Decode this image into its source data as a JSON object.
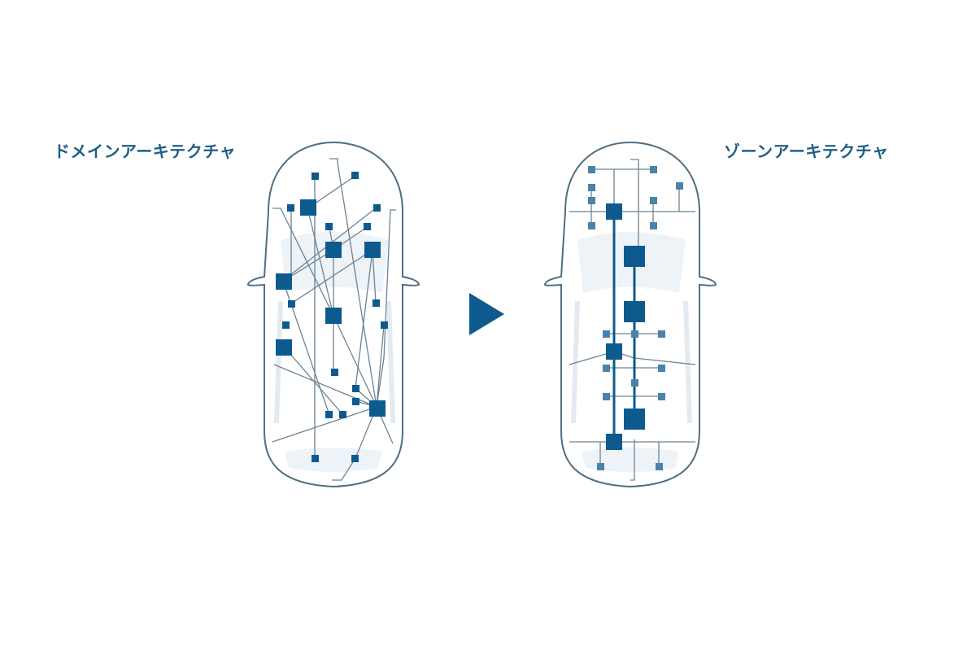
{
  "left_panel": {
    "title": "ドメインアーキテクチャ",
    "description": "Domain architecture: ECUs scattered across the vehicle with point-to-point wiring"
  },
  "right_panel": {
    "title": "ゾーンアーキテクチャ",
    "description": "Zone architecture: ECUs organized along a central backbone with zone branches"
  },
  "arrow": {
    "icon": "play-triangle-icon",
    "direction": "right"
  },
  "colors": {
    "title": "#1f5f85",
    "node_dark": "#0d5a8f",
    "node_light": "#4b82aa",
    "wire": "#6b8395",
    "car_outline": "#4f6f82",
    "car_interior": "#e8eef3",
    "arrow": "#0d5a8f"
  }
}
